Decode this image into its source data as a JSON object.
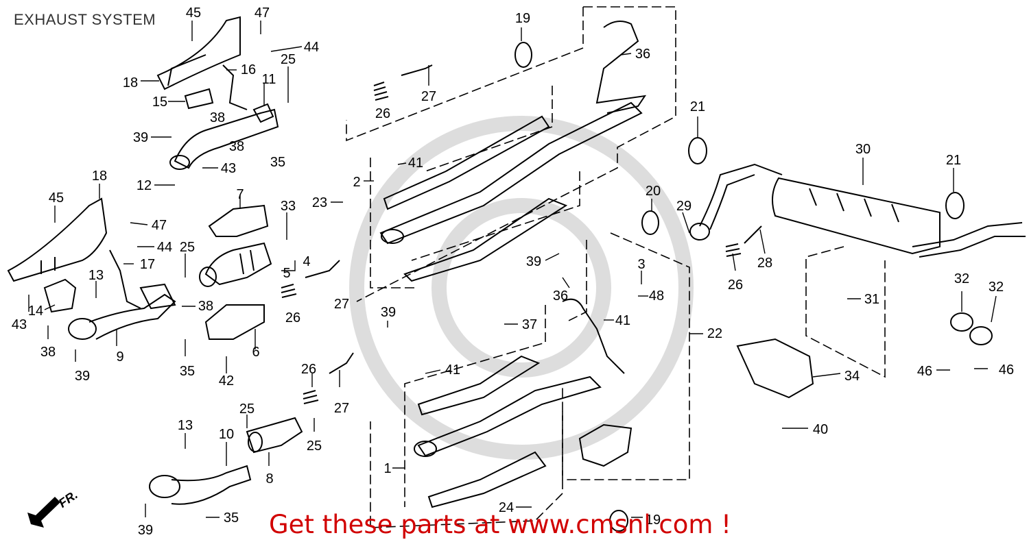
{
  "title": "EXHAUST SYSTEM",
  "footer_text": "Get these parts at www.cmsnl.com !",
  "direction_label": "FR.",
  "colors": {
    "ink": "#000000",
    "footer": "#d10000",
    "watermark": "#dddddd"
  },
  "callouts": [
    "1",
    "2",
    "3",
    "4",
    "5",
    "6",
    "7",
    "8",
    "9",
    "10",
    "11",
    "12",
    "13",
    "13",
    "14",
    "15",
    "16",
    "17",
    "18",
    "18",
    "19",
    "19",
    "20",
    "21",
    "21",
    "22",
    "23",
    "24",
    "25",
    "25",
    "25",
    "25",
    "26",
    "26",
    "26",
    "26",
    "27",
    "27",
    "27",
    "28",
    "29",
    "30",
    "31",
    "32",
    "32",
    "33",
    "34",
    "35",
    "35",
    "35",
    "36",
    "36",
    "37",
    "38",
    "38",
    "38",
    "38",
    "39",
    "39",
    "39",
    "39",
    "39",
    "40",
    "41",
    "41",
    "41",
    "42",
    "43",
    "43",
    "44",
    "44",
    "45",
    "45",
    "46",
    "46",
    "47",
    "47",
    "48"
  ]
}
